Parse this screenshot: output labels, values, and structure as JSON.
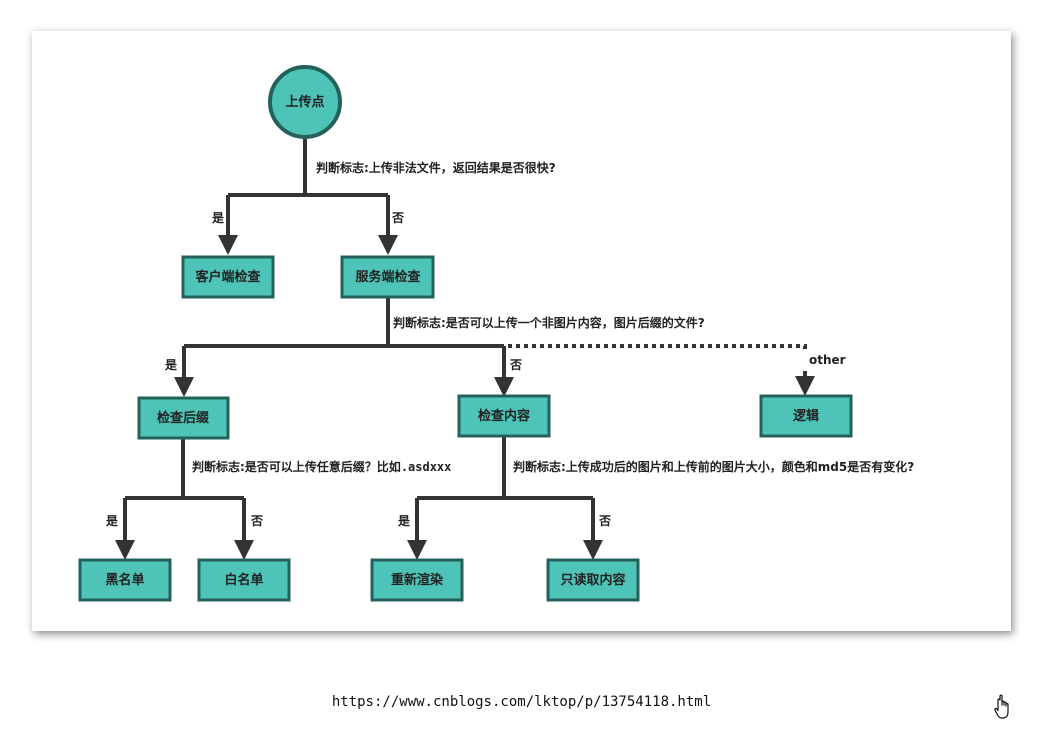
{
  "colors": {
    "node_fill": "#4ec3b7",
    "node_stroke": "#25615b",
    "edge": "#333333",
    "background": "#ffffff"
  },
  "nodes": {
    "root": "上传点",
    "client": "客户端检查",
    "server": "服务端检查",
    "suffix": "检查后缀",
    "content": "检查内容",
    "logic": "逻辑",
    "blacklist": "黑名单",
    "whitelist": "白名单",
    "rerender": "重新渲染",
    "readonly": "只读取内容"
  },
  "edges": {
    "root_q": "判断标志:上传非法文件，返回结果是否很快?",
    "server_q": "判断标志:是否可以上传一个非图片内容，图片后缀的文件?",
    "suffix_q_prefix": "判断标志:是否可以上传任意后缀？比如",
    "suffix_q_example": ".asdxxx",
    "content_q": "判断标志:上传成功后的图片和上传前的图片大小，颜色和md5是否有变化?",
    "yes": "是",
    "no": "否",
    "other": "other"
  },
  "footer": {
    "url": "https://www.cnblogs.com/lktop/p/13754118.html"
  },
  "icons": {
    "cursor": "hand-pointer-icon"
  }
}
